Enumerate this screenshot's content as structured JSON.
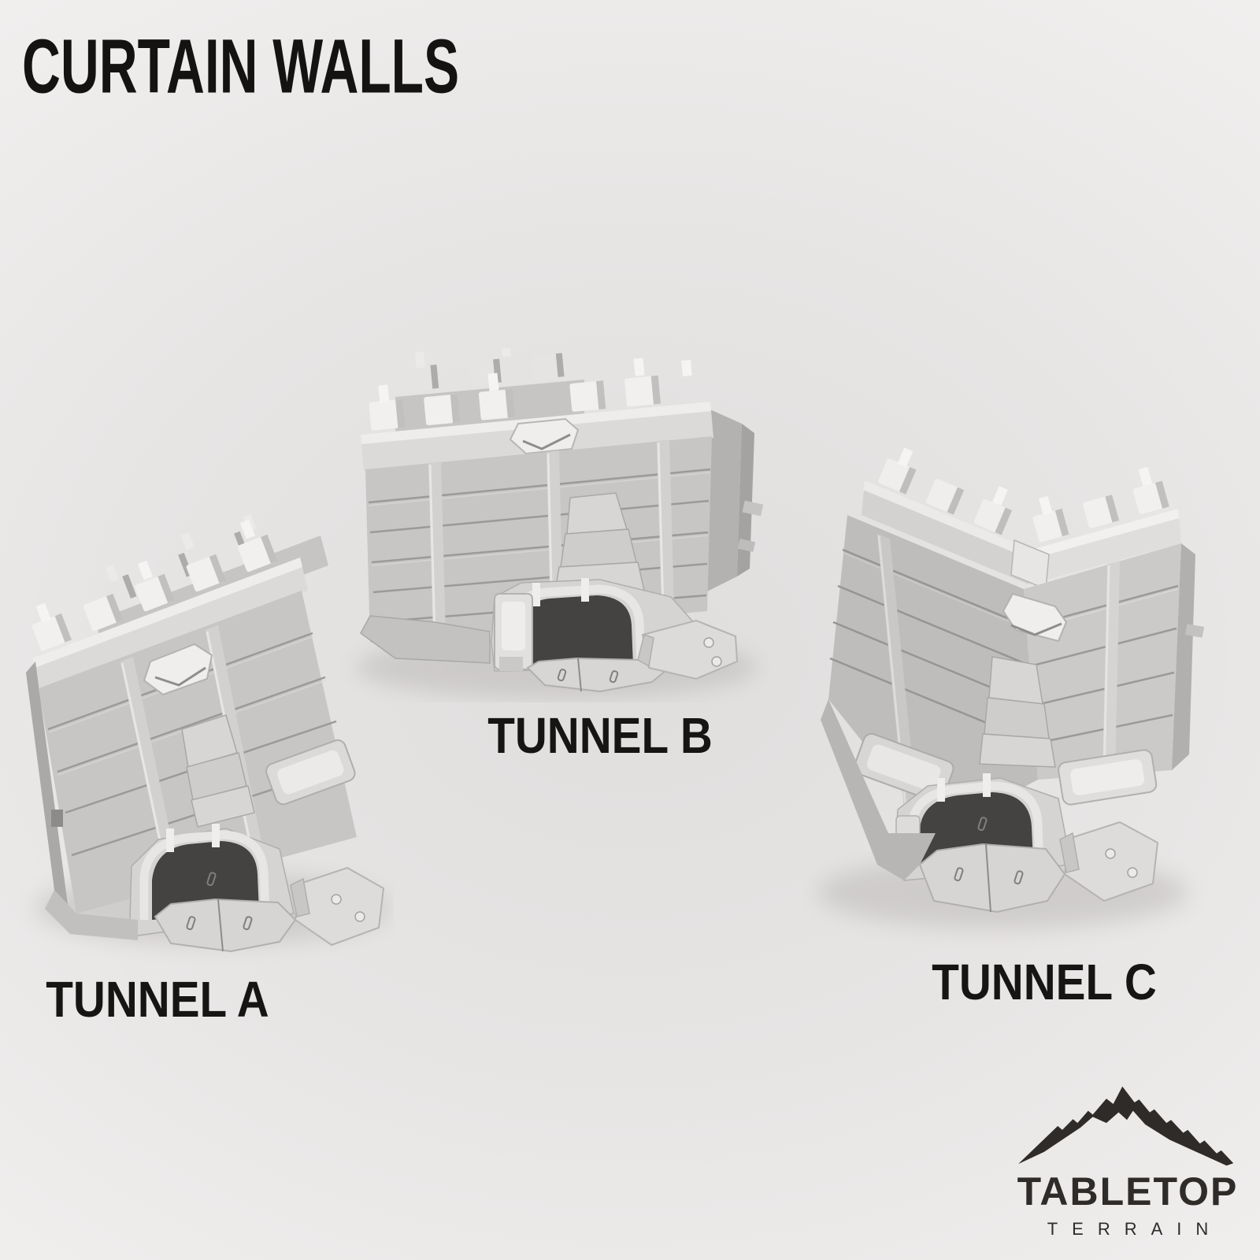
{
  "page": {
    "title": "CURTAIN WALLS"
  },
  "products": [
    {
      "id": "tunnel-a",
      "label": "TUNNEL A"
    },
    {
      "id": "tunnel-b",
      "label": "TUNNEL B"
    },
    {
      "id": "tunnel-c",
      "label": "TUNNEL C"
    }
  ],
  "brand": {
    "icon": "mountain-icon",
    "line1": "TABLETOP",
    "line2": "TERRAIN",
    "color": "#2e2b29"
  },
  "palette": {
    "background_center": "#e0dedd",
    "background_edge": "#fdfdfd",
    "title_text": "#141312",
    "label_text": "#161514",
    "model_highlight": "#f2f0ee",
    "model_light": "#dedcda",
    "model_mid": "#c8c6c4",
    "model_dark": "#a9a7a5",
    "panel_line": "#9c9a98",
    "tunnel_opening": "#454341",
    "shadow": "#b3b0ae"
  }
}
